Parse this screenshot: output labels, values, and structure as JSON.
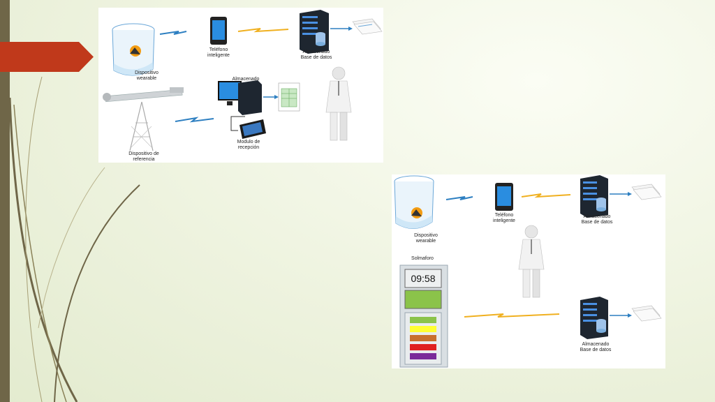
{
  "slide": {
    "colors": {
      "sidebar": "#6f6648",
      "arrow": "#c0391b",
      "background": "#eef3df"
    }
  },
  "diagram_top": {
    "wearable_label": "Dispositivo wearable",
    "wearable_label_l1": "Dispositivo",
    "wearable_label_l2": "wearable",
    "phone_label_l1": "Teléfono",
    "phone_label_l2": "inteligente",
    "storage_label_l1": "Almacenado",
    "storage_label_l2": "Base de datos",
    "computer_label": "Almacenado",
    "reference_label_l1": "Dispositivo de",
    "reference_label_l2": "referencia",
    "module_label_l1": "Modulo de",
    "module_label_l2": "recepción"
  },
  "diagram_bottom": {
    "wearable_label_l1": "Dispositivo",
    "wearable_label_l2": "wearable",
    "phone_label_l1": "Teléfono",
    "phone_label_l2": "inteligente",
    "storage_label_l1": "Almacenado",
    "storage_label_l2": "Base de datos",
    "storage2_label_l1": "Almacenado",
    "storage2_label_l2": "Base de datos",
    "semaphore_title": "Solmaforo",
    "clock": "09:58",
    "semaphore_colors": [
      "#8bc34a",
      "#ffff33",
      "#c8702e",
      "#e02020",
      "#7a2a9a"
    ]
  }
}
